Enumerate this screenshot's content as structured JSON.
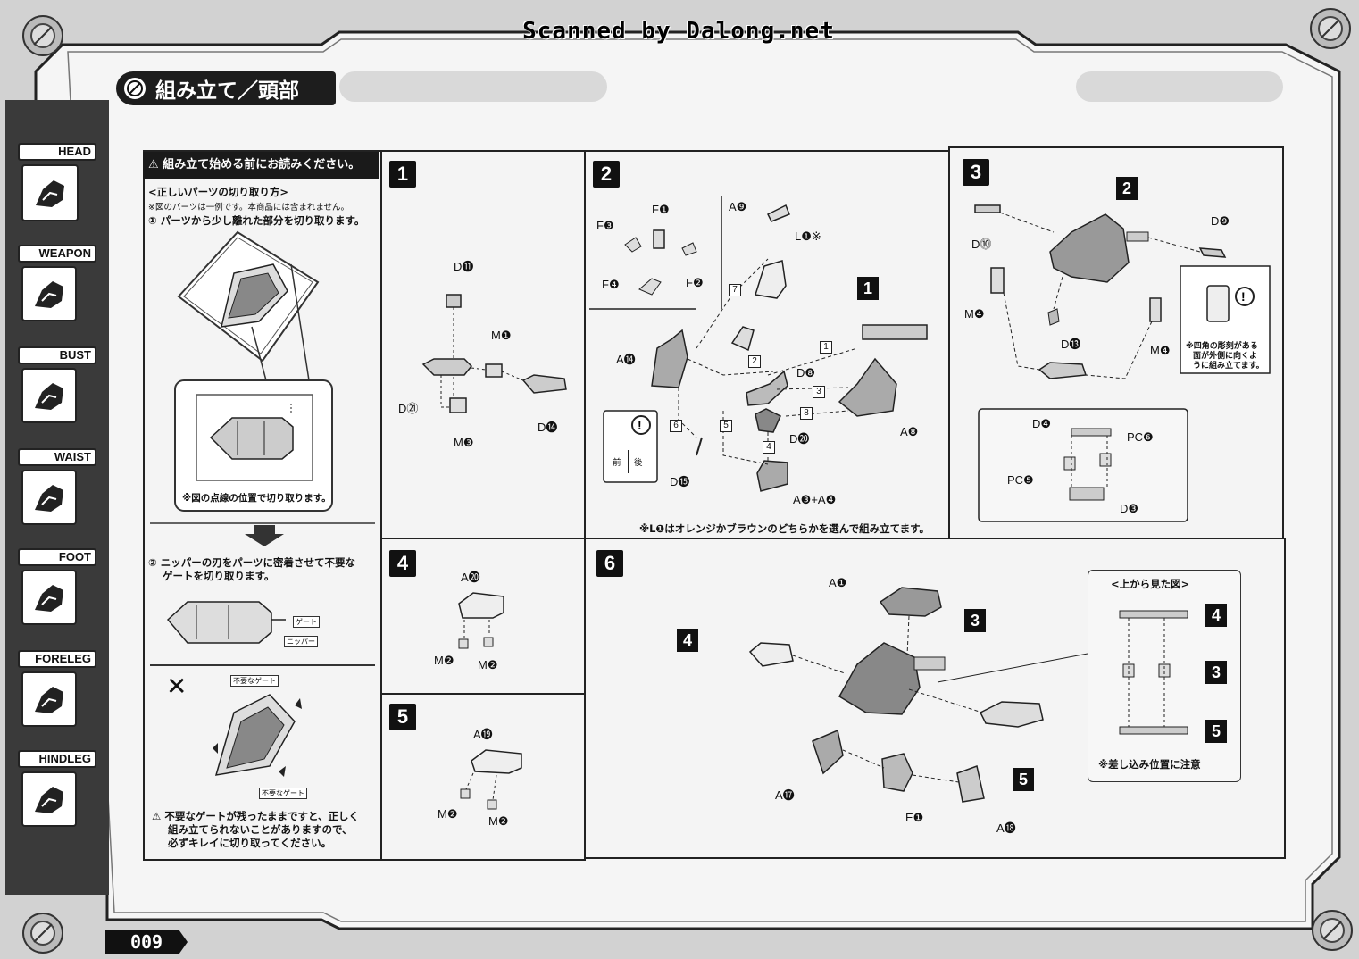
{
  "watermark": "Scanned by Dalong.net",
  "header": {
    "title": "組み立て／頭部"
  },
  "nav": {
    "items": [
      {
        "label": "HEAD",
        "icon": "head-icon",
        "active": true
      },
      {
        "label": "WEAPON",
        "icon": "weapon-icon",
        "active": false
      },
      {
        "label": "BUST",
        "icon": "bust-icon",
        "active": false
      },
      {
        "label": "WAIST",
        "icon": "waist-icon",
        "active": false
      },
      {
        "label": "FOOT",
        "icon": "foot-icon",
        "active": false
      },
      {
        "label": "FORELEG",
        "icon": "foreleg-icon",
        "active": false
      },
      {
        "label": "HINDLEG",
        "icon": "hindleg-icon",
        "active": false
      }
    ]
  },
  "notice": {
    "heading": "組み立て始める前にお読みください。",
    "subheading": "<正しいパーツの切り取り方>",
    "example_note": "※図のパーツは一例です。本商品には含まれません。",
    "step1": "① パーツから少し離れた部分を切り取ります。",
    "dotted_note": "※図の点線の位置で切り取ります。",
    "step2_line1": "② ニッパーの刃をパーツに密着させて不要な",
    "step2_line2": "ゲートを切り取ります。",
    "tag_gate": "ゲート",
    "tag_nipper": "ニッパー",
    "wrong_mark": "✕",
    "tag_unneeded_gate": "不要なゲート",
    "warning_line1": "不要なゲートが残ったままですと、正しく",
    "warning_line2": "組み立てられないことがありますので、",
    "warning_line3": "必ずキレイに切り取ってください。"
  },
  "steps": {
    "s1": {
      "num": "1",
      "parts": [
        "D⓫",
        "M❶",
        "D㉑",
        "M❸",
        "D⓮"
      ]
    },
    "s2": {
      "num": "2",
      "parts": [
        "F❶",
        "F❸",
        "F❹",
        "F❷",
        "A❾",
        "L❶※",
        "A⓮",
        "D❽",
        "D⓴",
        "A❽",
        "A❸+A❹",
        "D⓯"
      ],
      "seq": [
        "1",
        "2",
        "3",
        "4",
        "5",
        "6",
        "7",
        "8"
      ],
      "callout": "1",
      "inset_front": "前",
      "inset_back": "後",
      "footnote": "※L❶はオレンジかブラウンのどちらかを選んで組み立てます。"
    },
    "s3": {
      "num": "3",
      "parts": [
        "D⓾",
        "D❾",
        "M❹",
        "D⓭",
        "M❹",
        "D❹",
        "PC❻",
        "PC❺",
        "D❸"
      ],
      "callout": "2",
      "side_note_line1": "※四角の彫刻がある",
      "side_note_line2": "面が外側に向くよ",
      "side_note_line3": "うに組み立てます。"
    },
    "s4": {
      "num": "4",
      "parts": [
        "A⓴",
        "M❷",
        "M❷"
      ]
    },
    "s5": {
      "num": "5",
      "parts": [
        "A⓳",
        "M❷",
        "M❷"
      ]
    },
    "s6": {
      "num": "6",
      "parts": [
        "A❶",
        "A⓱",
        "E❶",
        "A⓲"
      ],
      "callouts": [
        "3",
        "4",
        "5"
      ],
      "topview_title": "<上から見た図>",
      "topview_nums": [
        "4",
        "3",
        "5"
      ],
      "topview_note": "※差し込み位置に注意"
    }
  },
  "page_number": "009"
}
